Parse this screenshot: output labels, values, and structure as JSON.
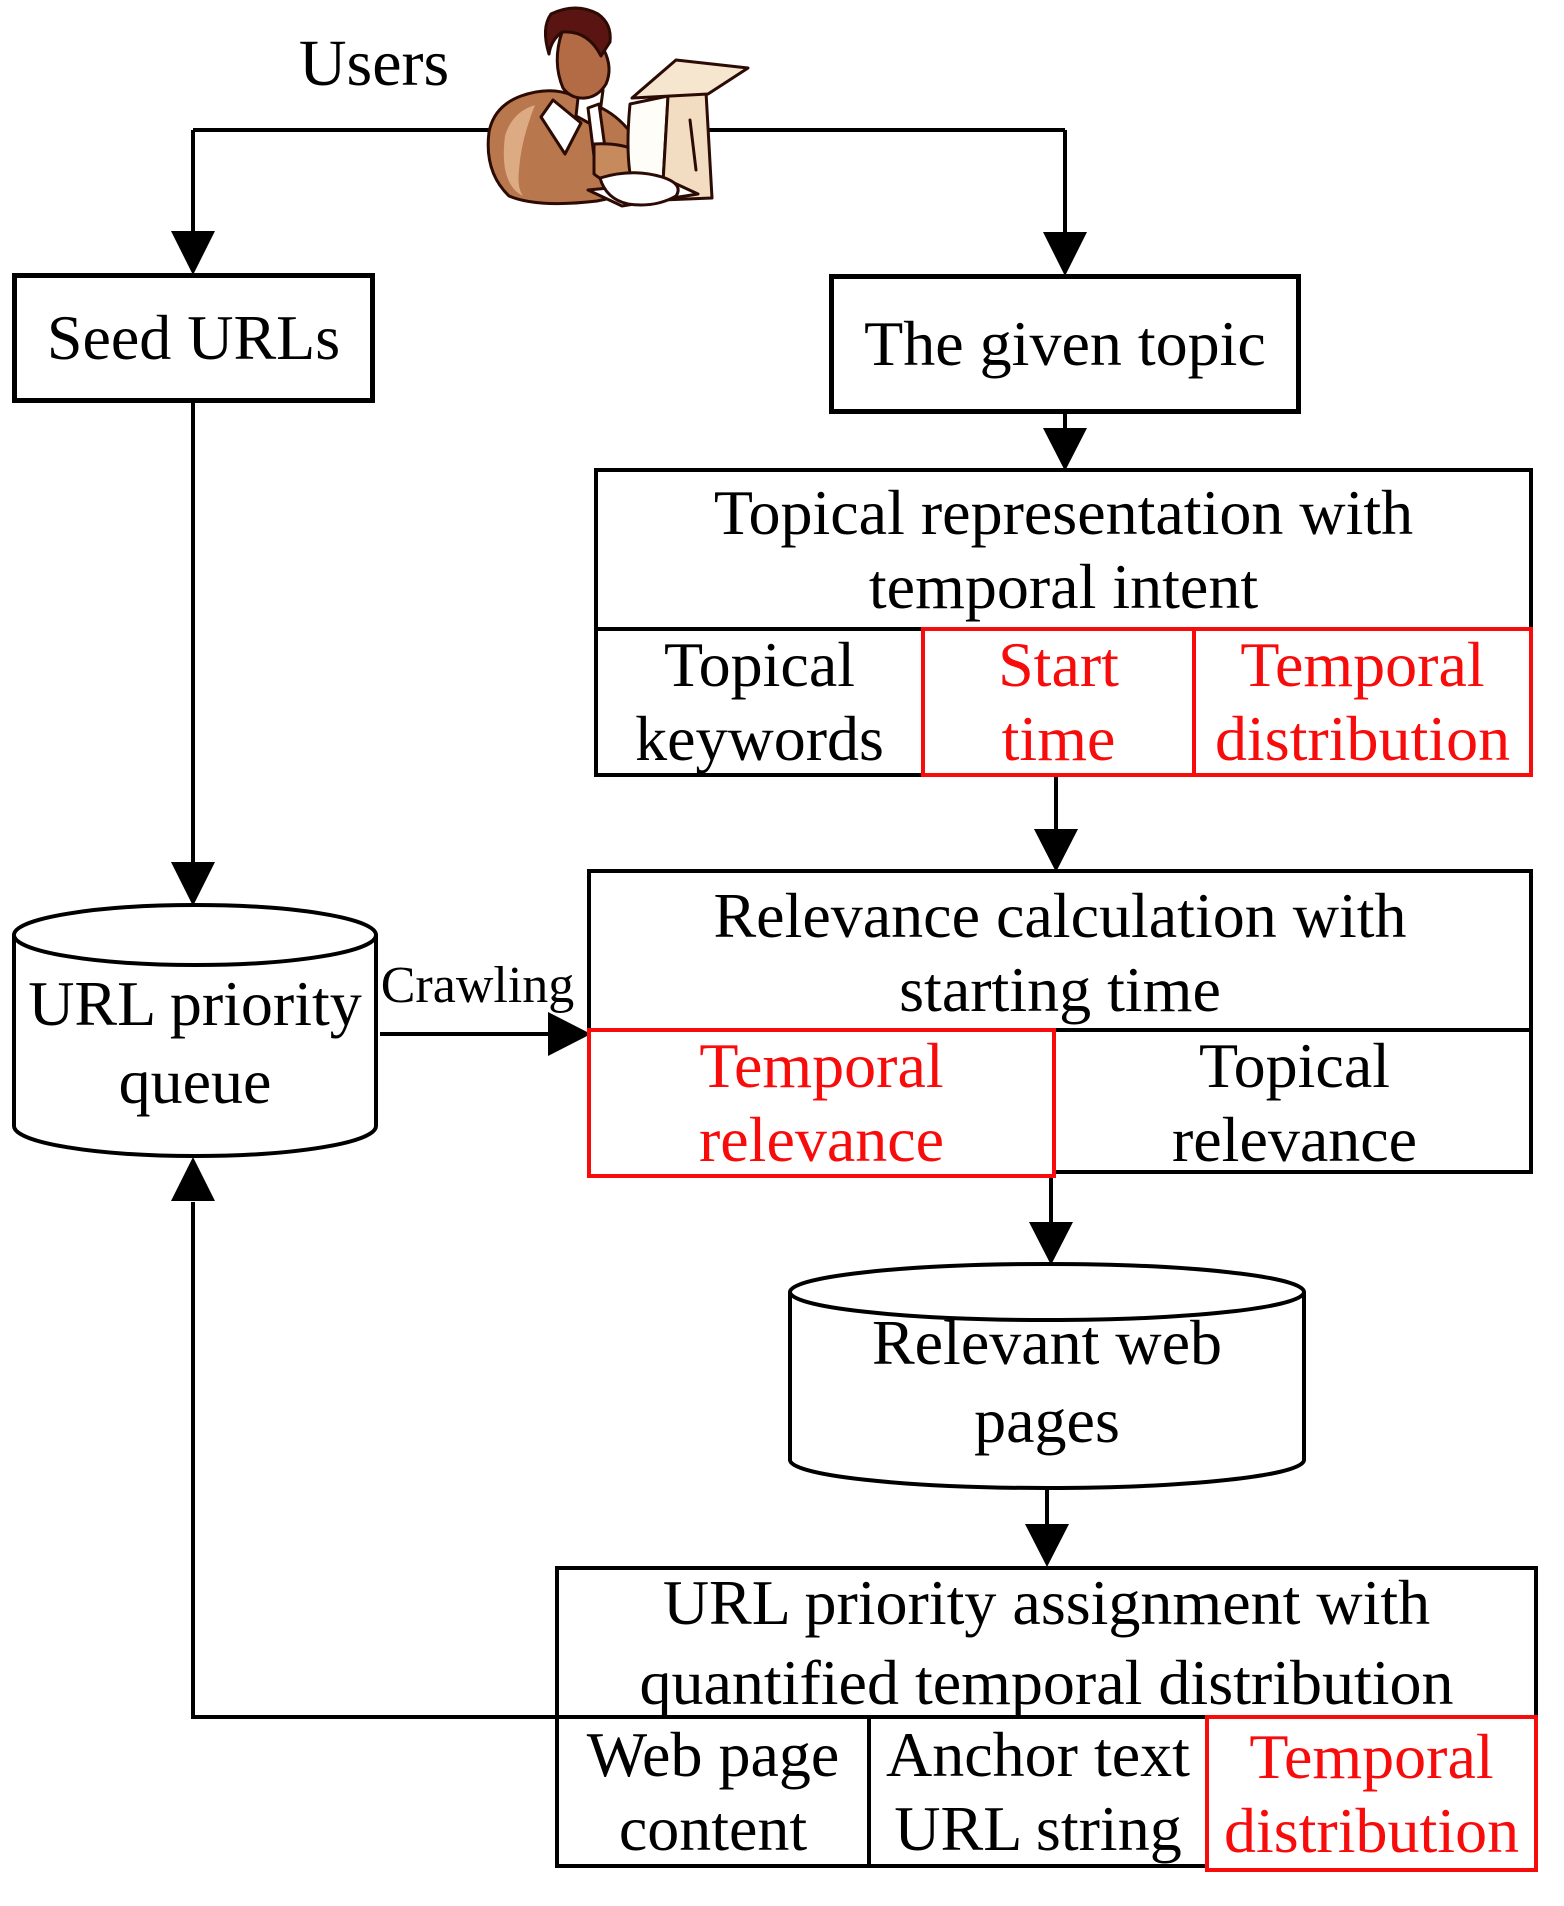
{
  "figure": {
    "colors": {
      "highlight_red": "#f80b0b",
      "line_black": "#000000",
      "background": "#ffffff"
    },
    "users": {
      "label": "Users"
    },
    "crawling": {
      "label": "Crawling"
    },
    "nodes": {
      "seed_urls": {
        "label": "Seed URLs"
      },
      "given_topic": {
        "label": "The given topic"
      },
      "topical_representation": {
        "title": "Topical representation with temporal intent",
        "title_lines": [
          "Topical representation with",
          "temporal intent"
        ],
        "cells": [
          {
            "label": "Topical keywords",
            "lines": [
              "Topical",
              "keywords"
            ],
            "highlighted": false
          },
          {
            "label": "Start time",
            "lines": [
              "Start",
              "time"
            ],
            "highlighted": true
          },
          {
            "label": "Temporal distribution",
            "lines": [
              "Temporal",
              "distribution"
            ],
            "highlighted": true
          }
        ]
      },
      "relevance_calculation": {
        "title": "Relevance calculation with starting time",
        "title_lines": [
          "Relevance calculation with",
          "starting time"
        ],
        "cells": [
          {
            "label": "Temporal relevance",
            "lines": [
              "Temporal",
              "relevance"
            ],
            "highlighted": true
          },
          {
            "label": "Topical relevance",
            "lines": [
              "Topical",
              "relevance"
            ],
            "highlighted": false
          }
        ]
      },
      "url_priority_queue": {
        "label": "URL priority queue",
        "lines": [
          "URL priority",
          "queue"
        ],
        "shape": "cylinder"
      },
      "relevant_web_pages": {
        "label": "Relevant web pages",
        "lines": [
          "Relevant web",
          "pages"
        ],
        "shape": "cylinder"
      },
      "url_priority_assignment": {
        "title": "URL priority assignment with quantified temporal distribution",
        "title_lines": [
          "URL priority assignment with",
          "quantified temporal distribution"
        ],
        "cells": [
          {
            "label": "Web page content",
            "lines": [
              "Web page",
              "content"
            ],
            "highlighted": false
          },
          {
            "label": "Anchor text URL string",
            "lines": [
              "Anchor text",
              "URL string"
            ],
            "highlighted": false
          },
          {
            "label": "Temporal distribution",
            "lines": [
              "Temporal",
              "distribution"
            ],
            "highlighted": true
          }
        ]
      }
    }
  }
}
